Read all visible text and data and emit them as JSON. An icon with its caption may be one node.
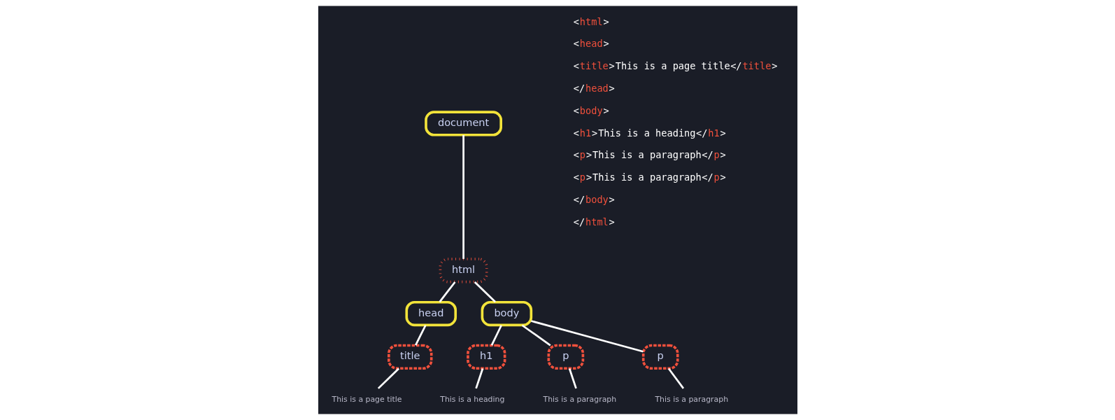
{
  "diagram": {
    "nodes": [
      {
        "text": [
          "document"
        ]
      },
      {
        "text": [
          "html"
        ]
      },
      {
        "text": [
          "head"
        ]
      },
      {
        "text": [
          "body"
        ]
      },
      {
        "text": [
          "title"
        ]
      },
      {
        "text": [
          "h1"
        ]
      },
      {
        "text": [
          "p"
        ]
      },
      {
        "text": [
          "p"
        ]
      },
      {
        "text": [
          "This is a page title"
        ]
      },
      {
        "text": [
          "This is a heading"
        ]
      },
      {
        "text": [
          "This is a paragraph"
        ]
      },
      {
        "text": [
          "This is a paragraph"
        ]
      }
    ],
    "edges": [
      {
        "from": 0,
        "to": 1,
        "arrow": "none"
      },
      {
        "from": 1,
        "to": 2,
        "arrow": "none"
      },
      {
        "from": 1,
        "to": 3,
        "arrow": "none"
      },
      {
        "from": 2,
        "to": 4,
        "arrow": "none"
      },
      {
        "from": 3,
        "to": 5,
        "arrow": "none"
      },
      {
        "from": 3,
        "to": 6,
        "arrow": "none"
      },
      {
        "from": 3,
        "to": 7,
        "arrow": "none"
      },
      {
        "from": 4,
        "to": 8,
        "arrow": "none"
      },
      {
        "from": 5,
        "to": 9,
        "arrow": "none"
      },
      {
        "from": 6,
        "to": 10,
        "arrow": "none"
      },
      {
        "from": 7,
        "to": 11,
        "arrow": "none"
      }
    ],
    "labels": [
      "<html>",
      "<head>",
      "<title>This is a page title</title>",
      "</head>",
      "<body>",
      "<h1>This is a heading</h1>",
      "<p>This is a paragraph</p>",
      "<p>This is a paragraph</p>",
      "</body>",
      "</html>"
    ]
  }
}
